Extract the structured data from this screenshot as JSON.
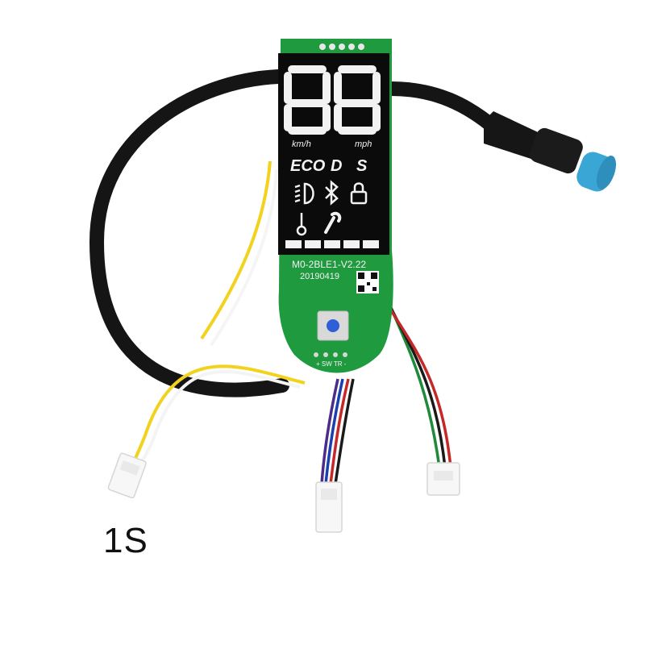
{
  "display": {
    "speed_digits": "88",
    "unit_left": "km/h",
    "unit_right": "mph",
    "modes": [
      "ECO",
      "D",
      "S"
    ],
    "status_icons": [
      "headlight-icon",
      "bluetooth-icon",
      "lock-icon",
      "thermometer-icon",
      "wrench-icon"
    ],
    "battery_segments": 5
  },
  "board": {
    "model": "M0-2BLE1-V2.22",
    "date": "20190419",
    "pin_labels": "+ SW TR -"
  },
  "variant_label": "1S",
  "colors": {
    "pcb": "#1f9a3f",
    "screen": "#0b0b0b",
    "segment": "#f2f2f2",
    "cable": "#151515",
    "connector_cap": "#3aa6d6",
    "wire_yellow": "#f2d21c",
    "wire_white": "#f4f4f4",
    "wire_red": "#c62828",
    "wire_blue": "#1c3fb0",
    "wire_green": "#1f8a3a",
    "wire_black": "#1a1a1a"
  }
}
